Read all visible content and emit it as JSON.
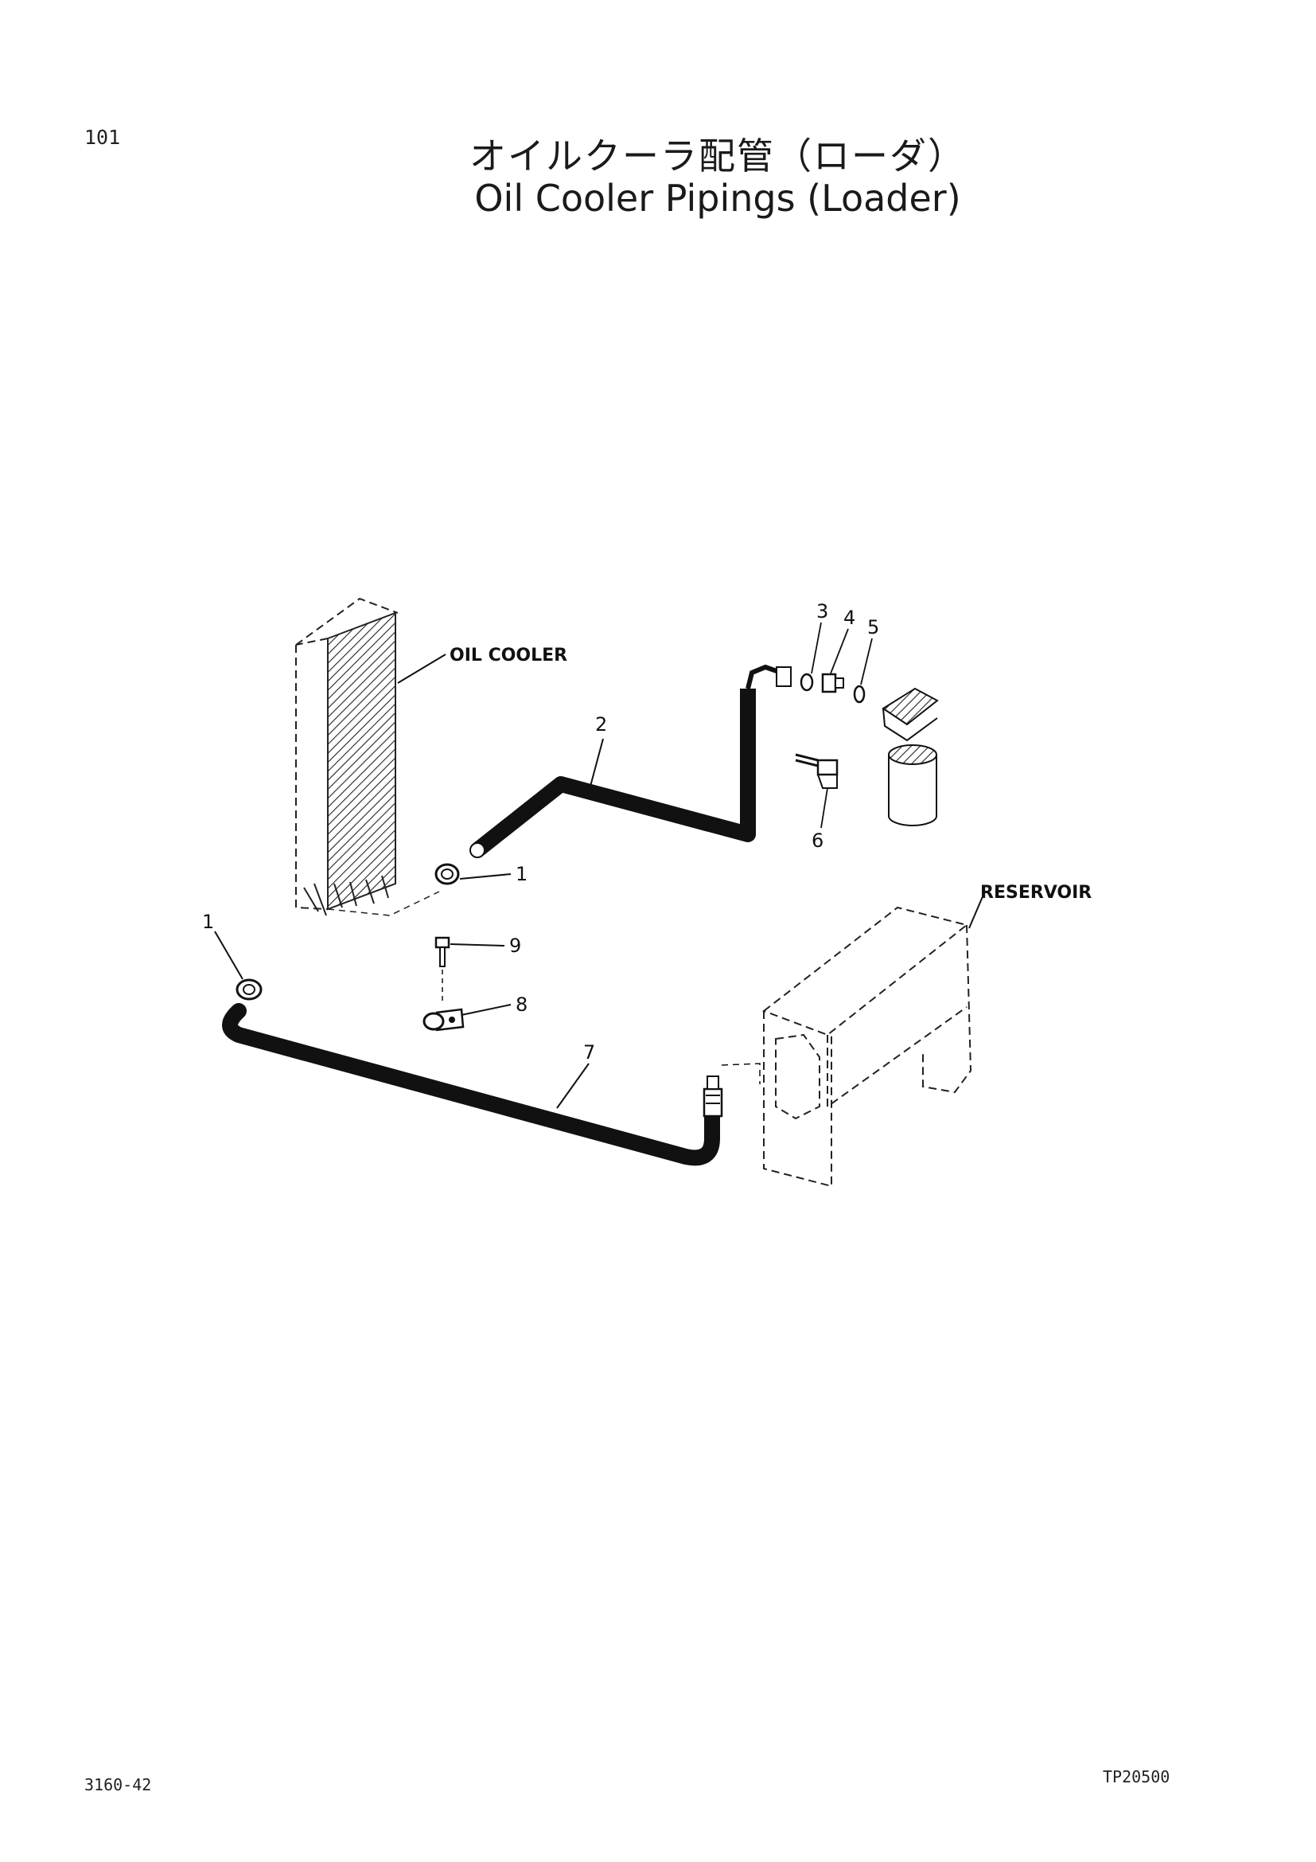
{
  "page": {
    "number": "101",
    "title_jp": "オイルクーラ配管（ローダ）",
    "title_en": "Oil Cooler Pipings (Loader)"
  },
  "labels": {
    "oil_cooler": "OIL COOLER",
    "reservoir": "RESERVOIR"
  },
  "callouts": {
    "c1_upper": "1",
    "c1_lower": "1",
    "c2": "2",
    "c3": "3",
    "c4": "4",
    "c5": "5",
    "c6": "6",
    "c7": "7",
    "c8": "8",
    "c9": "9"
  },
  "footer": {
    "left": "3160-42",
    "right": "TP20500"
  }
}
